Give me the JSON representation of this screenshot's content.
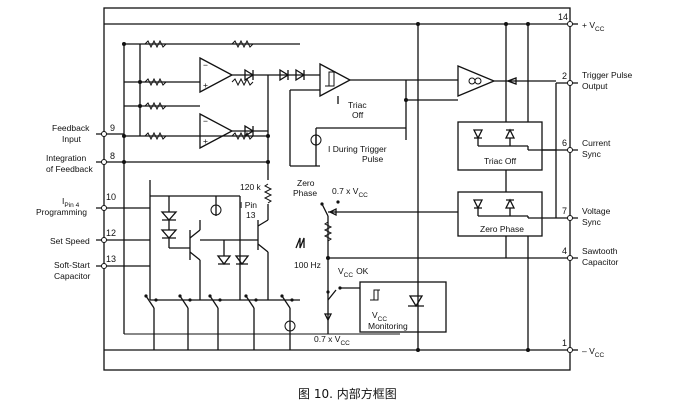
{
  "pins": {
    "p14": "14",
    "p2": "2",
    "p6": "6",
    "p7": "7",
    "p4": "4",
    "p1": "1",
    "p9": "9",
    "p8": "8",
    "p10": "10",
    "p12": "12",
    "p13": "13"
  },
  "right_labels": {
    "vcc_plus": "+ V",
    "vcc_plus_sub": "CC",
    "trigger_1": "Trigger Pulse",
    "trigger_2": "Output",
    "current_1": "Current",
    "current_2": "Sync",
    "voltage_1": "Voltage",
    "voltage_2": "Sync",
    "sawtooth_1": "Sawtooth",
    "sawtooth_2": "Capacitor",
    "vcc_minus": "– V",
    "vcc_minus_sub": "CC"
  },
  "left_labels": {
    "feedback_1": "Feedback",
    "feedback_2": "Input",
    "integration_1": "Integration",
    "integration_2": "of Feedback",
    "ipin4_1": "I",
    "ipin4_sub": "Pin 4",
    "ipin4_2": "Programming",
    "setspeed": "Set Speed",
    "softstart_1": "Soft-Start",
    "softstart_2": "Capacitor"
  },
  "internal_labels": {
    "triac_off_1": "Triac",
    "triac_off_2": "Off",
    "during_1": "I During Trigger",
    "during_2": "Pulse",
    "zero_phase_1": "Zero",
    "zero_phase_2": "Phase",
    "vcc_07_top": "0.7 x V",
    "vcc_07_top_sub": "CC",
    "r120k": "120 k",
    "ipin13_1": "I Pin",
    "ipin13_2": "13",
    "hz100": "100 Hz",
    "vcc_ok": "V",
    "vcc_ok_sub": "CC",
    "vcc_ok_2": "OK",
    "triac_off_box": "Triac Off",
    "zero_phase_box": "Zero Phase",
    "vcc_mon_v": "V",
    "vcc_mon_sub": "CC",
    "vcc_mon_2": "Monitoring",
    "vcc_07_bot": "0.7 x V",
    "vcc_07_bot_sub": "CC"
  },
  "caption": "图 10. 内部方框图"
}
